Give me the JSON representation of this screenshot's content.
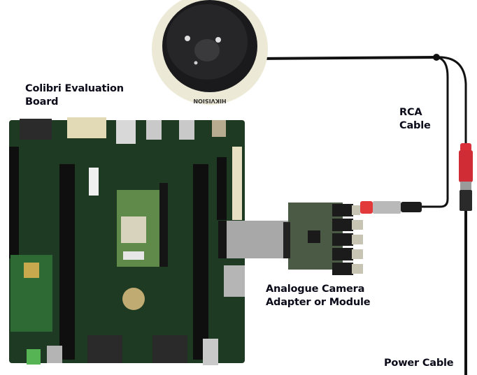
{
  "labels": {
    "board": {
      "line1": "Colibri Evaluation",
      "line2": "Board"
    },
    "rca": {
      "line1": "RCA",
      "line2": "Cable"
    },
    "adapter": {
      "line1": "Analogue Camera",
      "line2": "Adapter or Module"
    },
    "power": {
      "line1": "Power Cable"
    }
  },
  "camera": {
    "brand": "HIKVISION"
  },
  "colors": {
    "pcb": "#1f3a22",
    "pcb_light": "#2f5a32",
    "som": "#5f8a4a",
    "cable": "#111111",
    "red_connector": "#d9303a",
    "ribbon": "#a8a8a8",
    "text": "#0b0b1a"
  }
}
